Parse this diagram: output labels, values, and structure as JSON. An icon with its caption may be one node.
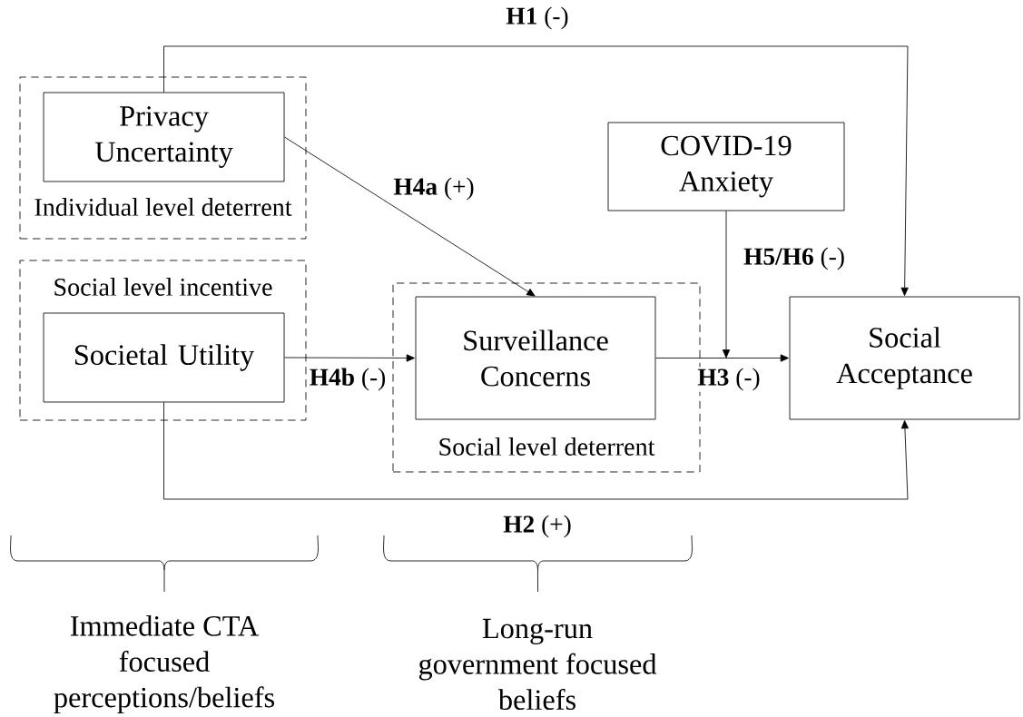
{
  "diagram": {
    "nodes": [
      {
        "text": [
          "Individual level deterrent"
        ]
      },
      {
        "text": [
          "Privacy Uncertainty"
        ],
        "in": 0
      },
      {
        "text": [
          "Social level incentive"
        ]
      },
      {
        "text": [
          "Societal Utility"
        ],
        "in": 2
      },
      {
        "text": [
          "Social level deterrent"
        ]
      },
      {
        "text": [
          "Surveillance Concerns"
        ],
        "in": 4
      },
      {
        "text": [
          "COVID-19 Anxiety"
        ]
      },
      {
        "text": [
          "Social Acceptance"
        ]
      }
    ],
    "edges": [
      {
        "from": 1,
        "to": 7,
        "arrow": "to",
        "label": "**H1** (-)"
      },
      {
        "from": 1,
        "to": 5,
        "arrow": "to",
        "label": "**H4a** (+)"
      },
      {
        "from": 3,
        "to": 5,
        "arrow": "to",
        "label": "**H4b** (-)"
      },
      {
        "from": 5,
        "to": 7,
        "arrow": "to",
        "label": "**H3** (-)"
      },
      {
        "from": 6,
        "to": null,
        "arrow": "to",
        "label": "**H5/H6** (-)"
      },
      {
        "from": 3,
        "to": 7,
        "arrow": "to",
        "label": "**H2** (+)"
      }
    ],
    "labels": [
      "Immediate CTA focused perceptions/beliefs",
      "Long-run government focused beliefs"
    ]
  }
}
